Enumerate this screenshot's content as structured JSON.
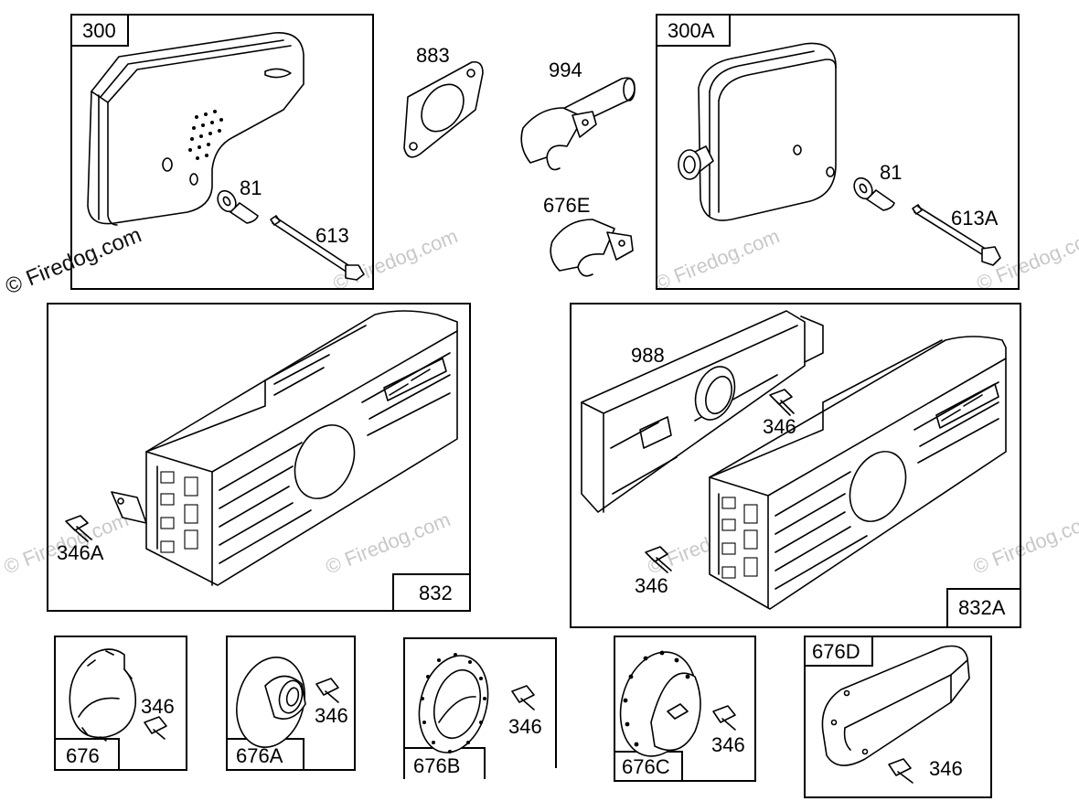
{
  "watermark": {
    "primary": "© Firedog.com",
    "faint": "© Firedog.com"
  },
  "panels": {
    "p300": {
      "tag": "300",
      "parts": {
        "washer": "81",
        "bolt": "613"
      }
    },
    "p300A": {
      "tag": "300A",
      "parts": {
        "washer": "81",
        "bolt": "613A"
      }
    },
    "p832": {
      "tag": "832",
      "parts": {
        "screw": "346A"
      }
    },
    "p832A": {
      "tag": "832A",
      "parts": {
        "bracket": "988",
        "screw_top": "346",
        "screw_bottom": "346"
      }
    },
    "p676": {
      "tag": "676",
      "parts": {
        "screw": "346"
      }
    },
    "p676A": {
      "tag": "676A",
      "parts": {
        "screw": "346"
      }
    },
    "p676B": {
      "tag": "676B",
      "parts": {
        "screw": "346"
      }
    },
    "p676C": {
      "tag": "676C",
      "parts": {
        "screw": "346"
      }
    },
    "p676D": {
      "tag": "676D",
      "parts": {
        "screw": "346"
      }
    }
  },
  "loose_parts": {
    "gasket": "883",
    "pipe_clamp": "994",
    "clamp": "676E"
  },
  "colors": {
    "line": "#000000",
    "background": "#ffffff",
    "watermark": "#c8c8c8"
  }
}
